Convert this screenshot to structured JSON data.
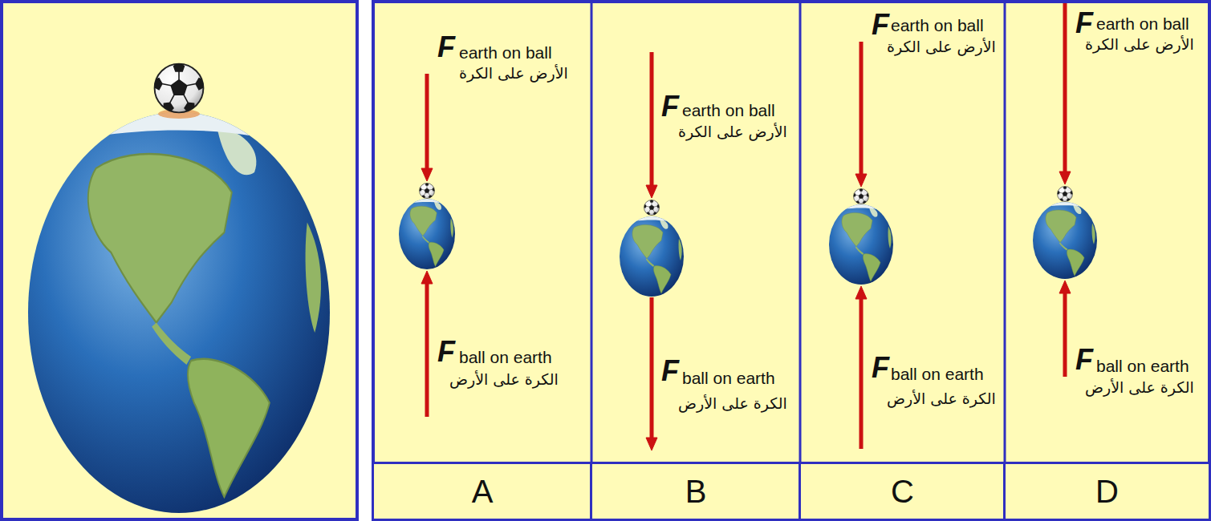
{
  "diagram": {
    "nodes": [
      {
        "text": [
          "A"
        ]
      },
      {
        "text": [
          "B"
        ]
      },
      {
        "text": [
          "C"
        ]
      },
      {
        "text": [
          "D"
        ]
      }
    ],
    "labels": [
      "F",
      "earth on ball",
      "الأرض على الكرة",
      "F",
      "ball on earth",
      "الكرة على الأرض",
      "F",
      "earth on ball",
      "الأرض على الكرة",
      "F",
      "ball on earth",
      "الكرة على الأرض",
      "F",
      "earth on ball",
      "الأرض على الكرة",
      "F",
      "ball on earth",
      "الكرة على الأرض",
      "F",
      "earth on ball",
      "الأرض على الكرة",
      "F",
      "ball on earth",
      "الكرة على الأرض"
    ]
  }
}
